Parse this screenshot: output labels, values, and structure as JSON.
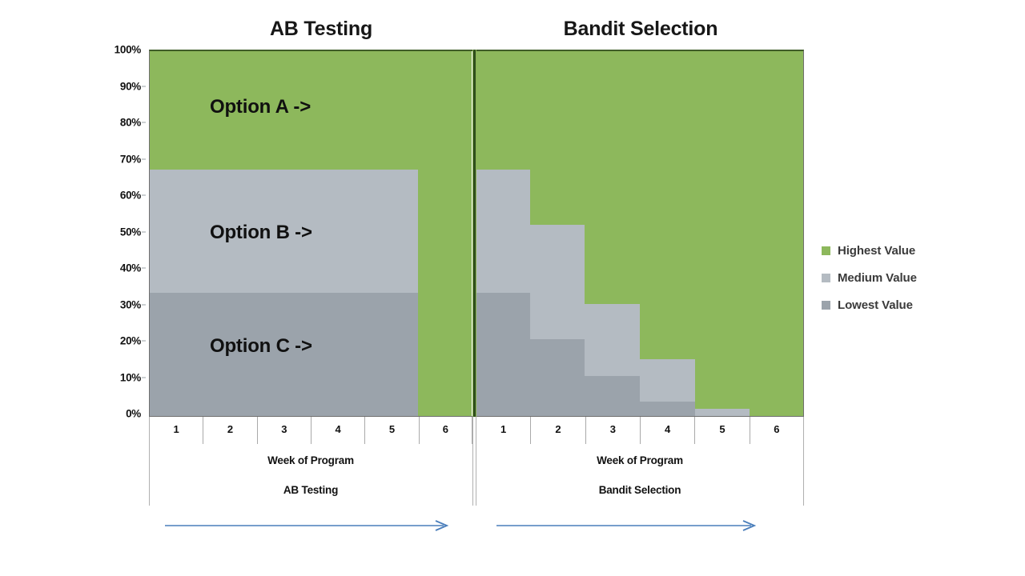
{
  "chart_data": {
    "type": "area",
    "title": "",
    "panels": [
      {
        "title": "AB Testing",
        "xlabel": "Week of Program",
        "sublabel": "AB Testing",
        "categories": [
          "1",
          "2",
          "3",
          "4",
          "5",
          "6"
        ],
        "series": [
          {
            "name": "Lowest Value",
            "color": "#9ba3ab",
            "values": [
              33.5,
              33.5,
              33.5,
              33.5,
              33.5,
              0
            ]
          },
          {
            "name": "Medium Value",
            "color": "#b4bbc2",
            "values": [
              33.5,
              33.5,
              33.5,
              33.5,
              33.5,
              0
            ]
          },
          {
            "name": "Highest Value",
            "color": "#8db85c",
            "values": [
              33.0,
              33.0,
              33.0,
              33.0,
              33.0,
              100
            ]
          }
        ],
        "stop_at_week": 5.5,
        "annotations": [
          {
            "text": "Option A ->",
            "band": "Highest Value",
            "value_at": 84
          },
          {
            "text": "Option B ->",
            "band": "Medium Value",
            "value_at": 50
          },
          {
            "text": "Option C ->",
            "band": "Lowest Value",
            "value_at": 19
          }
        ]
      },
      {
        "title": "Bandit Selection",
        "xlabel": "Week of Program",
        "sublabel": "Bandit Selection",
        "categories": [
          "1",
          "2",
          "3",
          "4",
          "5",
          "6"
        ],
        "series": [
          {
            "name": "Lowest Value",
            "color": "#9ba3ab",
            "values": [
              33.5,
              21.0,
              11.0,
              4.0,
              0.0,
              0.0
            ]
          },
          {
            "name": "Medium Value",
            "color": "#b4bbc2",
            "values": [
              33.5,
              31.0,
              19.5,
              11.5,
              2.0,
              0.0
            ]
          },
          {
            "name": "Highest Value",
            "color": "#8db85c",
            "values": [
              33.0,
              48.0,
              69.5,
              84.5,
              98.0,
              100.0
            ]
          }
        ],
        "annotations": []
      }
    ],
    "ylabel": "",
    "ylim": [
      0,
      100
    ],
    "yticks": [
      "0%",
      "10%",
      "20%",
      "30%",
      "40%",
      "50%",
      "60%",
      "70%",
      "80%",
      "90%",
      "100%"
    ],
    "grid": false,
    "legend": {
      "position": "right",
      "entries": [
        {
          "label": "Highest Value",
          "color": "#8db85c"
        },
        {
          "label": "Medium Value",
          "color": "#b4bbc2"
        },
        {
          "label": "Lowest Value",
          "color": "#9ba3ab"
        }
      ]
    },
    "flow_arrows": [
      {
        "label": "",
        "panel": "AB Testing",
        "color": "#4a7ebb"
      },
      {
        "label": "",
        "panel": "Bandit Selection",
        "color": "#4a7ebb"
      }
    ]
  },
  "colors": {
    "highest": "#8db85c",
    "medium": "#b4bbc2",
    "lowest": "#9ba3ab",
    "divider": "#2f4f1c",
    "arrow": "#4a7ebb",
    "axis": "#6f6f6f",
    "background": "#ffffff"
  }
}
